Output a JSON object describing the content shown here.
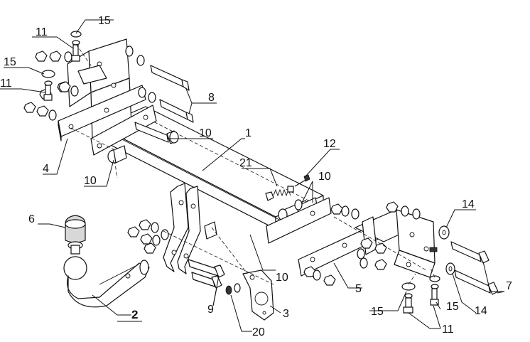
{
  "labels": {
    "l1": "1",
    "l2": "2",
    "l3": "3",
    "l4": "4",
    "l5": "5",
    "l6": "6",
    "l7": "7",
    "l8": "8",
    "l9": "9",
    "l10": "10",
    "l11": "11",
    "l12": "12",
    "l14": "14",
    "l15": "15",
    "l20": "20",
    "l21": "21"
  }
}
